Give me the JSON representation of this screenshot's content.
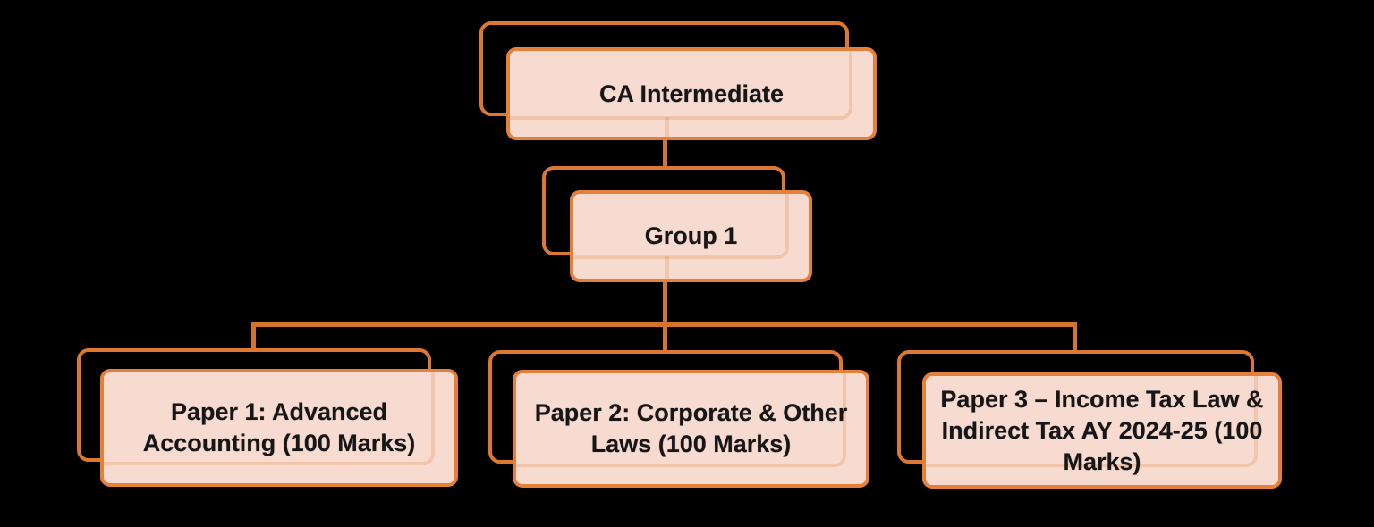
{
  "diagram": {
    "type": "org-chart",
    "background": "#000000",
    "accent_border": "#DE7830",
    "connector_color": "#D5752D",
    "box_fill": "#F8DBD0",
    "text_color": "#161616",
    "nodes": {
      "root": {
        "label": "CA Intermediate"
      },
      "group1": {
        "label": "Group 1"
      },
      "paper1": {
        "label": "Paper 1: Advanced Accounting (100 Marks)"
      },
      "paper2": {
        "label": "Paper 2: Corporate & Other Laws (100 Marks)"
      },
      "paper3": {
        "label": "Paper 3 – Income Tax Law & Indirect Tax AY 2024-25 (100 Marks)"
      }
    },
    "edges": [
      {
        "from": "root",
        "to": "group1"
      },
      {
        "from": "group1",
        "to": "paper1"
      },
      {
        "from": "group1",
        "to": "paper2"
      },
      {
        "from": "group1",
        "to": "paper3"
      }
    ]
  }
}
